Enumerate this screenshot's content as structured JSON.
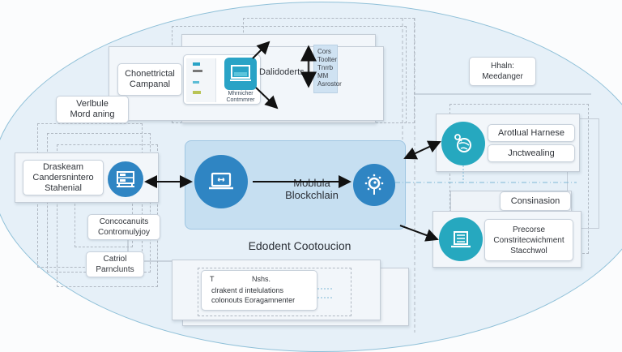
{
  "diagram": {
    "core": {
      "title_line1": "Moblula",
      "title_line2": "Blockchlain"
    },
    "section_title": "Edodent Cootoucion",
    "top_group": {
      "label_line1": "Chonettrictal",
      "label_line2": "Campanal",
      "device_caption_line1": "Mhrnicher",
      "device_caption_line2": "Contmmrer",
      "side_label": "Dalidoderts",
      "list": [
        "Cors",
        "Toolter",
        "Tnrrb",
        "MM",
        "Asrostor"
      ]
    },
    "left_group": {
      "tab_line1": "Verlbule",
      "tab_line2": "Mord aning",
      "label_line1": "Draskeam",
      "label_line2": "Candersnintero",
      "label_line3": "Stahenial",
      "sub_label1_line1": "Concocanuits",
      "sub_label1_line2": "Contromulyjoy",
      "sub_label2_line1": "Catriol",
      "sub_label2_line2": "Parnclunts"
    },
    "bottom_group": {
      "header_left": "T",
      "header_right": "Nshs.",
      "row1": "clrakent d intelulations",
      "row2": "colonouts Eoragamnenter"
    },
    "right_group": {
      "tag_line1": "Hhaln:",
      "tag_line2": "Meedanger",
      "node1_label1": "Arotlual Harnese",
      "node1_label2": "Jnctwealing",
      "tab2": "Consinasion",
      "node2_line1": "Precorse",
      "node2_line2": "Constritecwichment",
      "node2_line3": "Stacchwol"
    },
    "colors": {
      "primary_blue": "#2f85c3",
      "teal": "#26a8bf",
      "core_fill": "#c6dff1",
      "background_ellipse": "#e6f0f8"
    },
    "icons": {
      "left_node": "server-rack-icon",
      "core_left": "laptop-icon",
      "core_right": "network-gear-icon",
      "right_top": "globe-key-icon",
      "right_bottom": "document-stack-icon",
      "top_device": "monitor-icon"
    }
  }
}
